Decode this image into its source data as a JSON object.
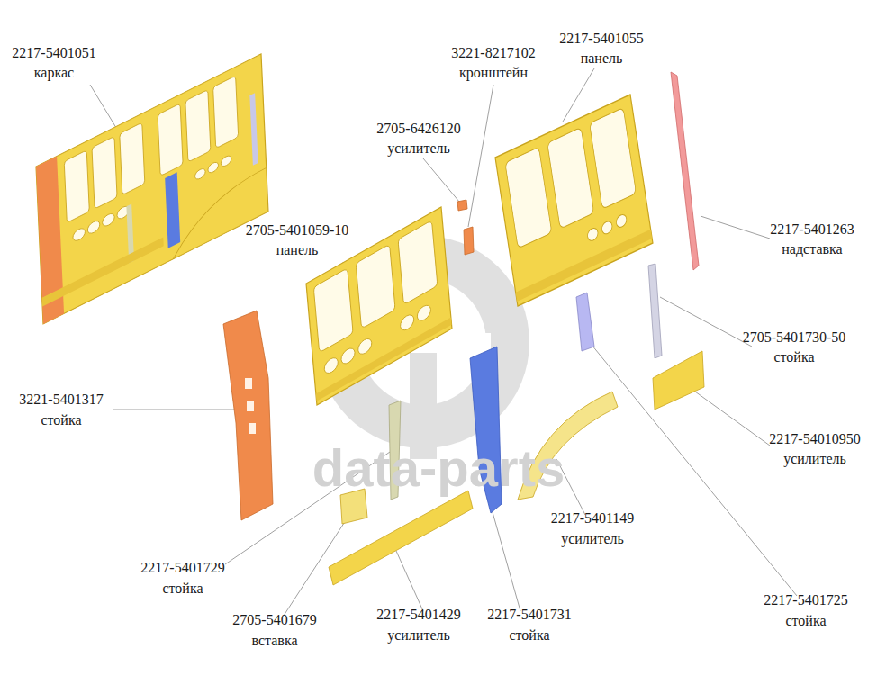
{
  "diagram": {
    "labels": [
      "2217-5401051",
      "каркас",
      "3221-8217102",
      "кронштейн",
      "2217-5401055",
      "панель",
      "2705-6426120",
      "усилитель",
      "2705-5401059-10",
      "панель",
      "2217-5401263",
      "надставка",
      "2705-5401730-50",
      "стойка",
      "3221-5401317",
      "стойка",
      "2217-54010950",
      "усилитель",
      "2217-5401149",
      "усилитель",
      "2217-5401729",
      "стойка",
      "2217-5401725",
      "стойка",
      "2705-5401679",
      "вставка",
      "2217-5401429",
      "усилитель",
      "2217-5401731",
      "стойка",
      "data-parts"
    ]
  }
}
